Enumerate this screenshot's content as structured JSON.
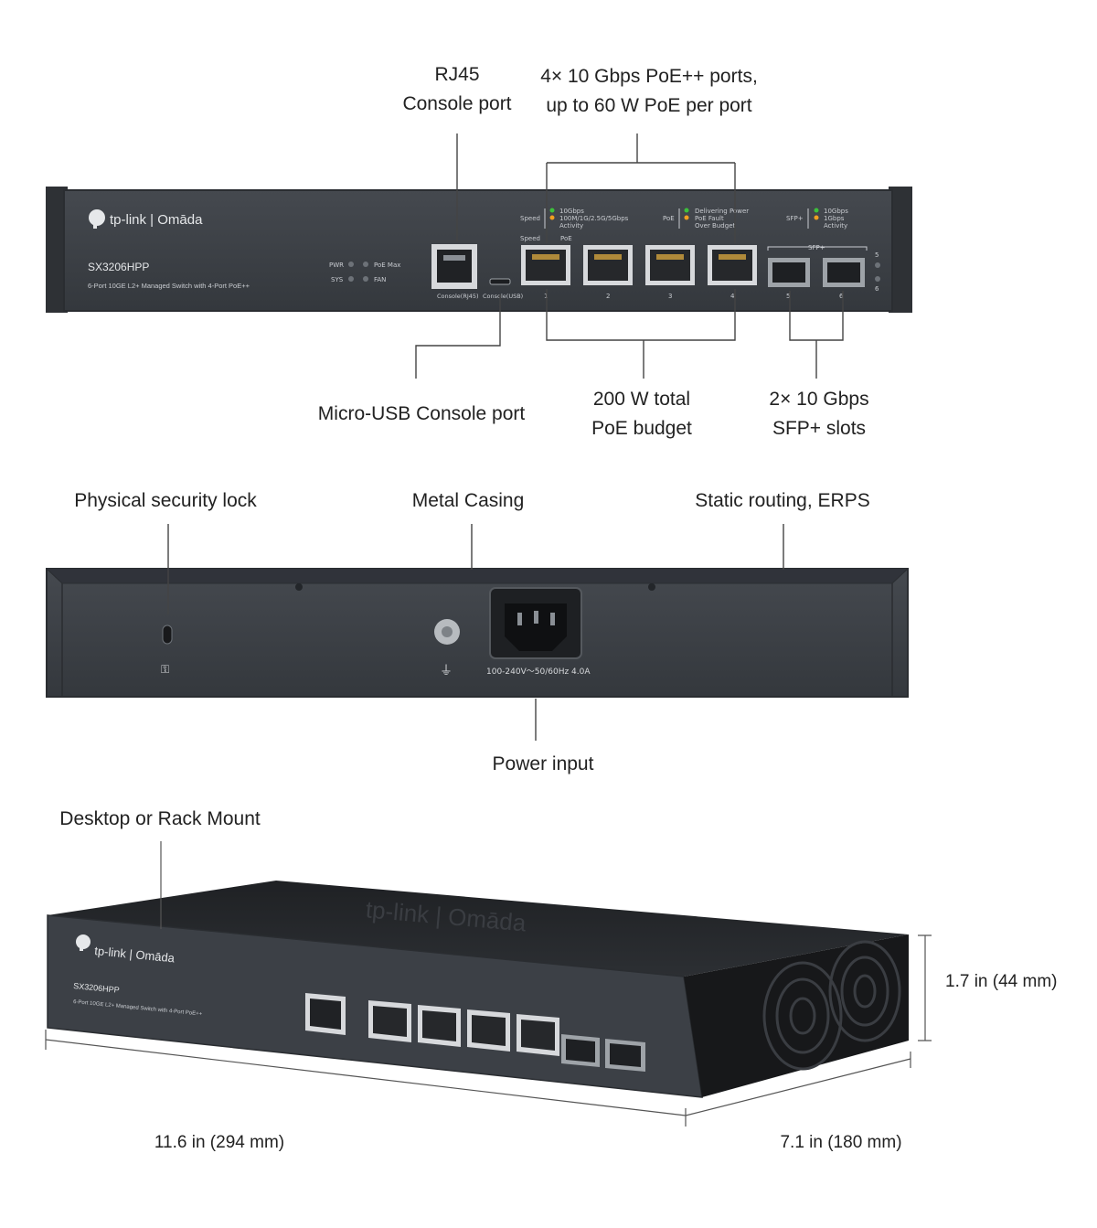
{
  "colors": {
    "casing": "#3b3f45",
    "casing_dark": "#2a2d31",
    "port": "#d7d9dc",
    "led_green": "#3cc13b",
    "led_orange": "#f0a020",
    "callout_line": "#444444"
  },
  "front_panel": {
    "brand": "tp-link | Omāda",
    "model": "SX3206HPP",
    "description": "6-Port 10GE L2+ Managed Switch with 4-Port PoE++",
    "status_leds": [
      "PWR",
      "PoE Max",
      "SYS",
      "FAN"
    ],
    "speed_legend_title": "Speed",
    "speed_legend": [
      "10Gbps",
      "100M/1G/2.5G/5Gbps",
      "Activity"
    ],
    "poe_legend_title": "PoE",
    "poe_legend": [
      "Delivering Power",
      "PoE Fault",
      "Over Budget"
    ],
    "sfp_legend_title": "SFP+",
    "sfp_legend": [
      "10Gbps",
      "1Gbps",
      "Activity"
    ],
    "port_header_speed": "Speed",
    "port_header_poe": "PoE",
    "sfp_group_label": "SFP+",
    "console_rj45_label": "Console(RJ45)",
    "console_usb_label": "Console(USB)",
    "port_numbers": [
      "1",
      "2",
      "3",
      "4",
      "5",
      "6"
    ],
    "sfp_side_numbers": [
      "5",
      "6"
    ]
  },
  "rear_panel": {
    "power_rating": "100-240V～50/60Hz 4.0A"
  },
  "callouts": {
    "rj45_console_line1": "RJ45",
    "rj45_console_line2": "Console port",
    "poe_ports_line1": "4× 10 Gbps PoE++ ports,",
    "poe_ports_line2": "up to 60 W PoE per port",
    "micro_usb": "Micro-USB Console port",
    "poe_budget_line1": "200 W total",
    "poe_budget_line2": "PoE budget",
    "sfp_slots_line1": "2× 10 Gbps",
    "sfp_slots_line2": "SFP+ slots",
    "security_lock": "Physical security lock",
    "metal_casing": "Metal Casing",
    "static_routing": "Static routing, ERPS",
    "power_input": "Power input",
    "mount": "Desktop or Rack Mount",
    "height": "1.7 in (44 mm)",
    "width": "11.6 in (294 mm)",
    "depth": "7.1 in (180 mm)"
  }
}
